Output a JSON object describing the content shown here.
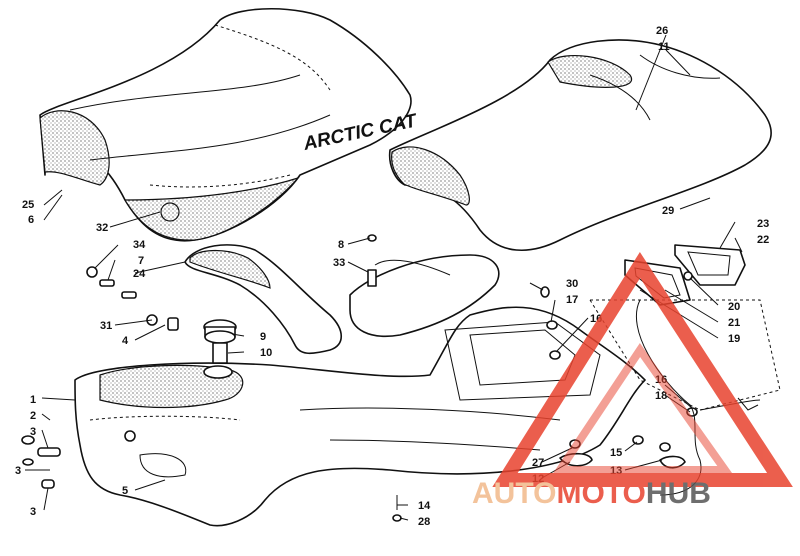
{
  "diagram": {
    "seat_brand_text": "ARCTIC CAT",
    "callouts": [
      {
        "id": "c1",
        "label": "1"
      },
      {
        "id": "c2",
        "label": "2"
      },
      {
        "id": "c3a",
        "label": "3"
      },
      {
        "id": "c3b",
        "label": "3"
      },
      {
        "id": "c3c",
        "label": "3"
      },
      {
        "id": "c4",
        "label": "4"
      },
      {
        "id": "c5",
        "label": "5"
      },
      {
        "id": "c6",
        "label": "6"
      },
      {
        "id": "c7",
        "label": "7"
      },
      {
        "id": "c8",
        "label": "8"
      },
      {
        "id": "c9",
        "label": "9"
      },
      {
        "id": "c10",
        "label": "10"
      },
      {
        "id": "c11",
        "label": "11"
      },
      {
        "id": "c12",
        "label": "12"
      },
      {
        "id": "c13",
        "label": "13"
      },
      {
        "id": "c14",
        "label": "14"
      },
      {
        "id": "c15",
        "label": "15"
      },
      {
        "id": "c16a",
        "label": "16"
      },
      {
        "id": "c16b",
        "label": "16"
      },
      {
        "id": "c17",
        "label": "17"
      },
      {
        "id": "c18",
        "label": "18"
      },
      {
        "id": "c19",
        "label": "19"
      },
      {
        "id": "c20",
        "label": "20"
      },
      {
        "id": "c21",
        "label": "21"
      },
      {
        "id": "c22",
        "label": "22"
      },
      {
        "id": "c23",
        "label": "23"
      },
      {
        "id": "c24",
        "label": "24"
      },
      {
        "id": "c25",
        "label": "25"
      },
      {
        "id": "c26",
        "label": "26"
      },
      {
        "id": "c27",
        "label": "27"
      },
      {
        "id": "c28",
        "label": "28"
      },
      {
        "id": "c29",
        "label": "29"
      },
      {
        "id": "c30",
        "label": "30"
      },
      {
        "id": "c31",
        "label": "31"
      },
      {
        "id": "c32",
        "label": "32"
      },
      {
        "id": "c33",
        "label": "33"
      },
      {
        "id": "c34",
        "label": "34"
      }
    ]
  },
  "watermark": {
    "part1": "AUTO",
    "part2": "MOTO",
    "part3": "HUB",
    "colors": {
      "auto": "#f2b98a",
      "moto": "#e8432e",
      "hub": "#555555"
    }
  }
}
